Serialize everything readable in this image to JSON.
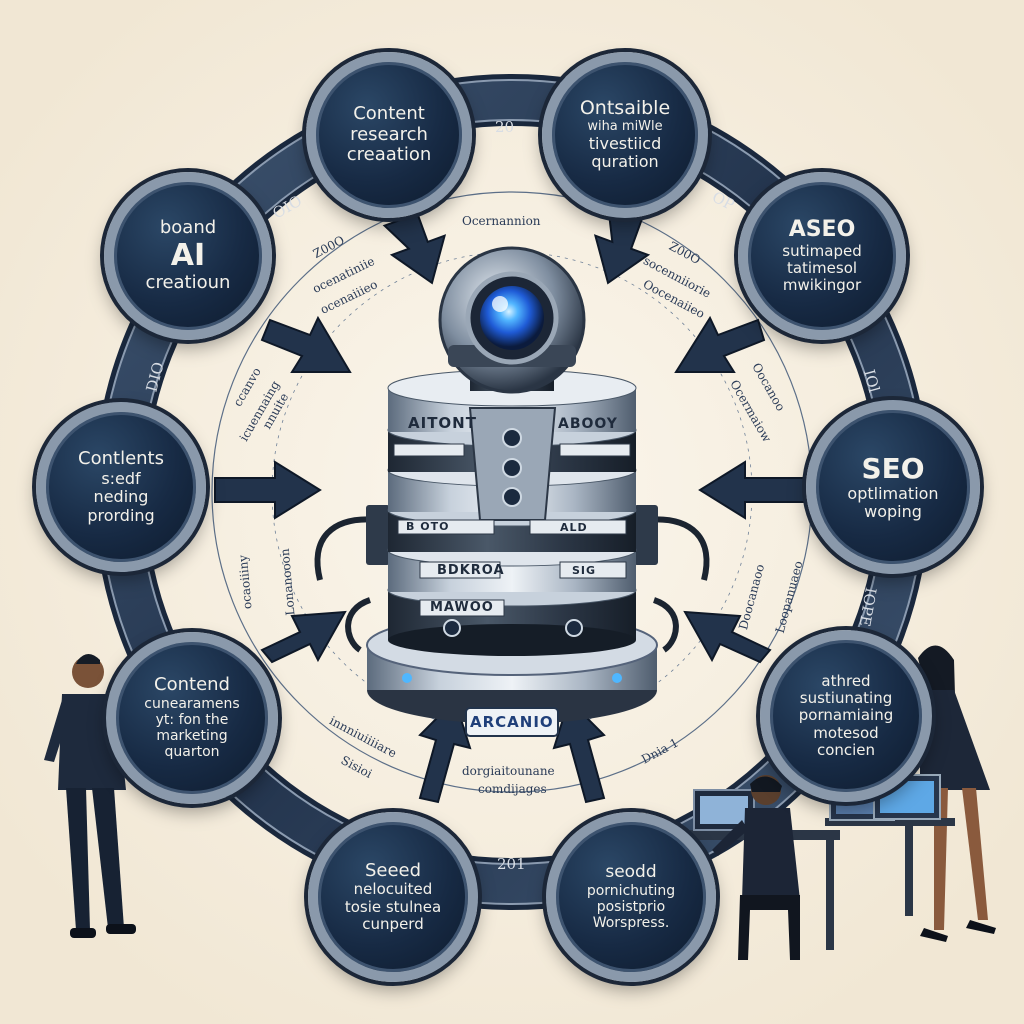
{
  "robot": {
    "top_left_label": "AITONT",
    "top_right_label": "ABOOY",
    "disk_label_1": "B OTO",
    "disk_label_2": "BDKROA",
    "disk_label_3": "MAWOO",
    "side_tag_1": "ALD",
    "side_tag_2": "SIG",
    "base_badge": "ARCANIO"
  },
  "ring_labels": [
    "20",
    "OP",
    "OIO",
    "IOl",
    "DIO",
    "IOPE",
    "201"
  ],
  "annotations": [
    "Ocernannion",
    "Z00O",
    "ocenatiniie",
    "ocenaiiieo",
    "Z00O",
    "socenniiorie",
    "Oocenaiieo",
    "ccanvo",
    "icuennaing",
    "nnuite",
    "Oocanoo",
    "Ocermaiow",
    "Lonanooon",
    "ocaoiiiny",
    "Doocanaoo",
    "Loopanuaeo",
    "innniuiiiiare",
    "Sisioi",
    "dorgiaitounane",
    "comdijages",
    "Dnia 1"
  ],
  "nodes": {
    "content_research": [
      "Content",
      "research",
      "creaation"
    ],
    "ontsaible": [
      "Ontsaible",
      "wiha miWle",
      "tivestiicd",
      "quration"
    ],
    "board_ai": [
      "boand",
      "AI",
      "creatioun"
    ],
    "aseo": [
      "ASEO",
      "sutimaped",
      "tatimesol",
      "mwikingor"
    ],
    "contents_sedf": [
      "Contlents",
      "s:edf",
      "neding",
      "prording"
    ],
    "seo_optimlation": [
      "SEO",
      "optlimation",
      "woping"
    ],
    "contend_marketing": [
      "Contend",
      "cunearamens",
      "yt: fon the",
      "marketing",
      "quarton"
    ],
    "athred": [
      "athred",
      "sustiunating",
      "pornamiaing",
      "motesod",
      "concien"
    ],
    "seeed": [
      "Seeed",
      "nelocuited",
      "tosie stulnea",
      "cunperd"
    ],
    "seodd": [
      "seodd",
      "pornichuting",
      "posistprio",
      "Worspress."
    ]
  }
}
